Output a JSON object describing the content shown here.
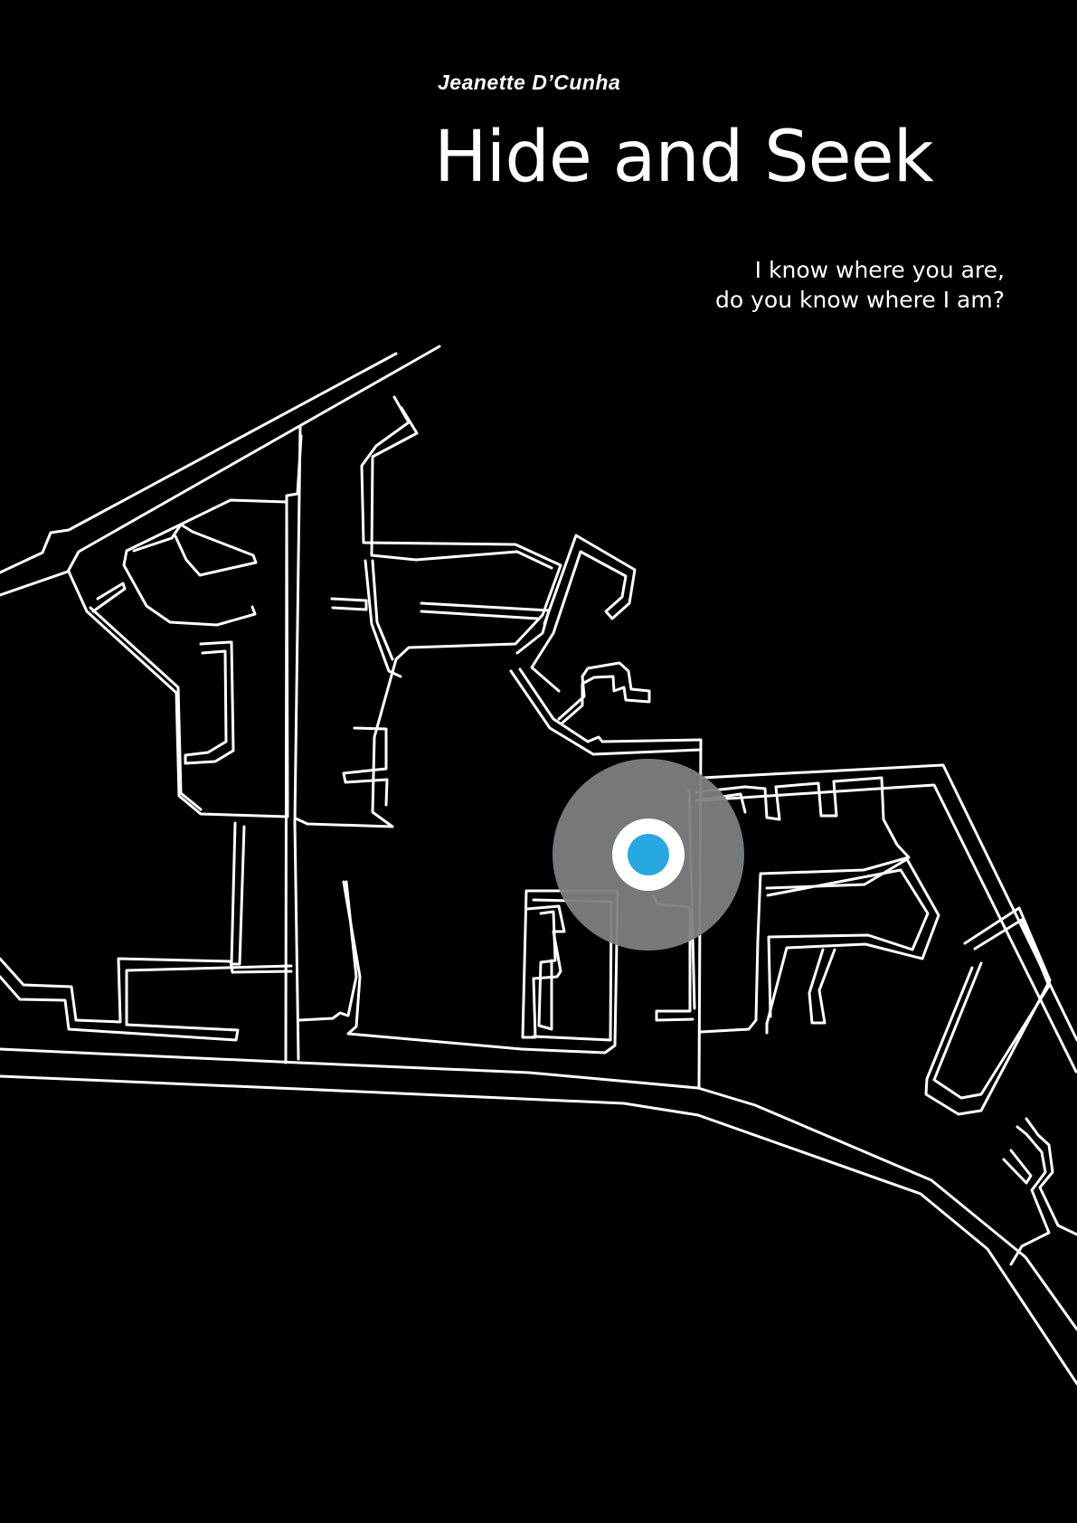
{
  "cover": {
    "author": "Jeanette D’Cunha",
    "title": "Hide and Seek",
    "tagline": [
      "I know where you are,",
      "do you know where I am?"
    ]
  },
  "colors": {
    "background": "#000000",
    "text": "#ffffff",
    "roads": "#ffffff",
    "location_halo": "#7d7e80",
    "location_dot": "#27a8e0"
  },
  "icons": {
    "location_marker": "location-pin-icon"
  }
}
